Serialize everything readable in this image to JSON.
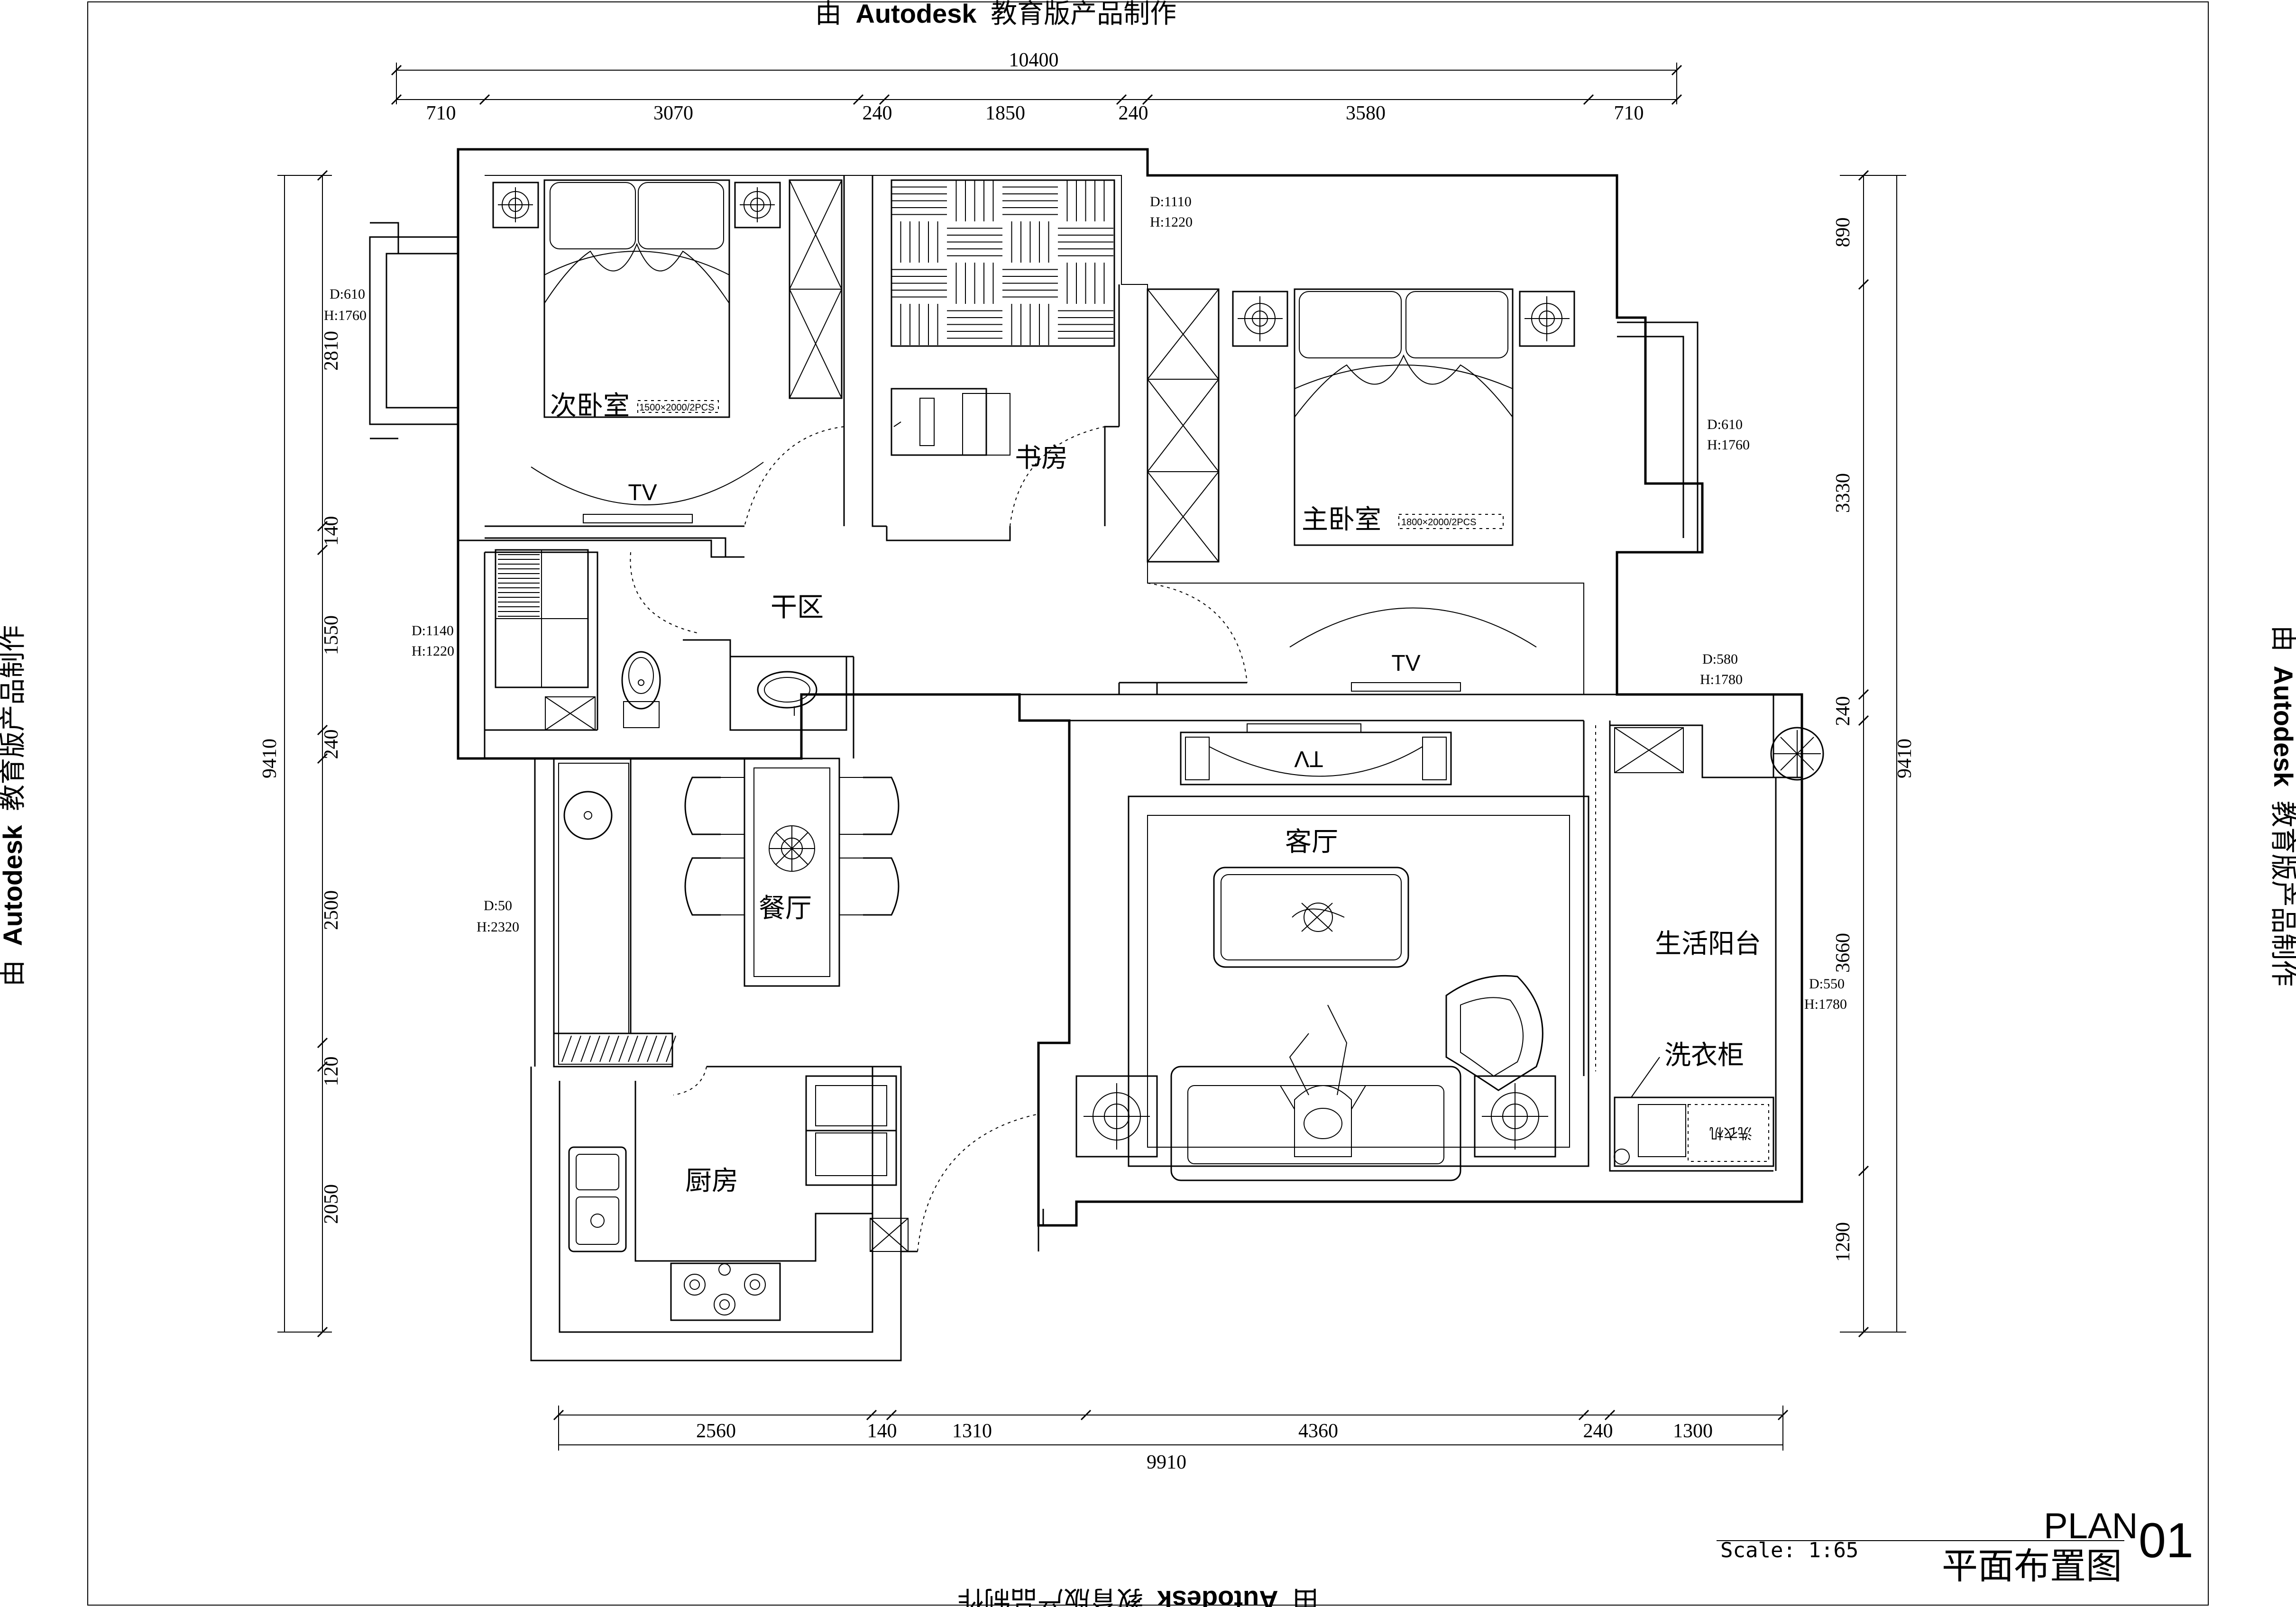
{
  "watermark": {
    "prefix": "由",
    "brand": "Autodesk",
    "suffix": "教育版产品制作"
  },
  "dimensions": {
    "top_total": "10400",
    "top_segments": [
      "710",
      "3070",
      "240",
      "1850",
      "240",
      "3580",
      "710"
    ],
    "bottom_segments": [
      "2560",
      "140",
      "1310",
      "4360",
      "240",
      "1300"
    ],
    "bottom_total": "9910",
    "left_segments": [
      "2810",
      "140",
      "1550",
      "240",
      "2500",
      "120",
      "2050"
    ],
    "left_total": "9410",
    "right_segments": [
      "890",
      "3330",
      "240",
      "3660",
      "1290"
    ],
    "right_total": "9410"
  },
  "rooms": {
    "second_bedroom": "次卧室",
    "study": "书房",
    "master_bedroom": "主卧室",
    "dry_area": "干区",
    "dining": "餐厅",
    "living": "客厅",
    "balcony": "生活阳台",
    "kitchen": "厨房",
    "laundry_cabinet": "洗衣柜",
    "washing_machine": "洗衣机"
  },
  "bed_labels": {
    "second": "1500×2000/2PCS",
    "master": "1800×2000/2PCS"
  },
  "tv_labels": {
    "second_bedroom": "TV",
    "master_bedroom": "TV",
    "living": "TV"
  },
  "window_notes": {
    "second_bedroom_d": "D:610",
    "second_bedroom_h": "H:1760",
    "study_d": "D:1110",
    "study_h": "H:1220",
    "master_d": "D:610",
    "master_h": "H:1760",
    "bath_d": "D:1140",
    "bath_h": "H:1220",
    "dining_d": "D:50",
    "dining_h": "H:2320",
    "balcony_top_d": "D:580",
    "balcony_top_h": "H:1780",
    "balcony_side_d": "D:550",
    "balcony_side_h": "H:1780"
  },
  "title_block": {
    "plan_label": "PLAN",
    "number": "01",
    "scale": "Scale: 1:65",
    "title_cn": "平面布置图"
  }
}
